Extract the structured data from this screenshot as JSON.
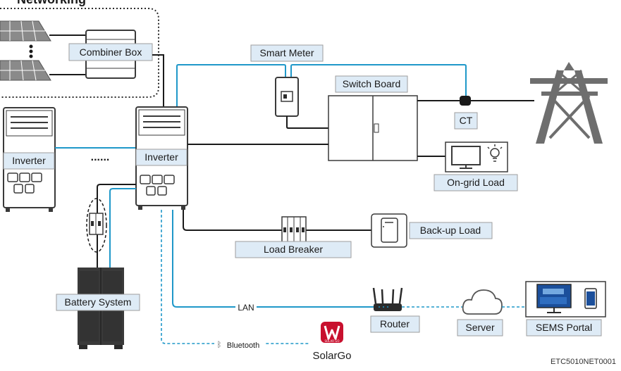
{
  "title": "Networking",
  "labels": {
    "combiner_box": "Combiner Box",
    "smart_meter": "Smart Meter",
    "switch_board": "Switch Board",
    "ct": "CT",
    "inverter_left": "Inverter",
    "inverter_main": "Inverter",
    "ongrid_load": "On-grid Load",
    "backup_load": "Back-up Load",
    "load_breaker": "Load Breaker",
    "battery_system": "Battery System",
    "router": "Router",
    "server": "Server",
    "sems_portal": "SEMS Portal",
    "lan": "LAN",
    "bluetooth": "Bluetooth",
    "solargo": "SolarGo",
    "solargo_badge": "SOLAR GO",
    "ellipsis": "......",
    "figure_code": "ETC5010NET0001"
  },
  "colors": {
    "blue_line": "#1f98c9",
    "label_fill": "#deebf6",
    "black_line": "#1a1a1a",
    "tower_gray": "#6e6e6e",
    "solargo_red": "#c8102e"
  }
}
